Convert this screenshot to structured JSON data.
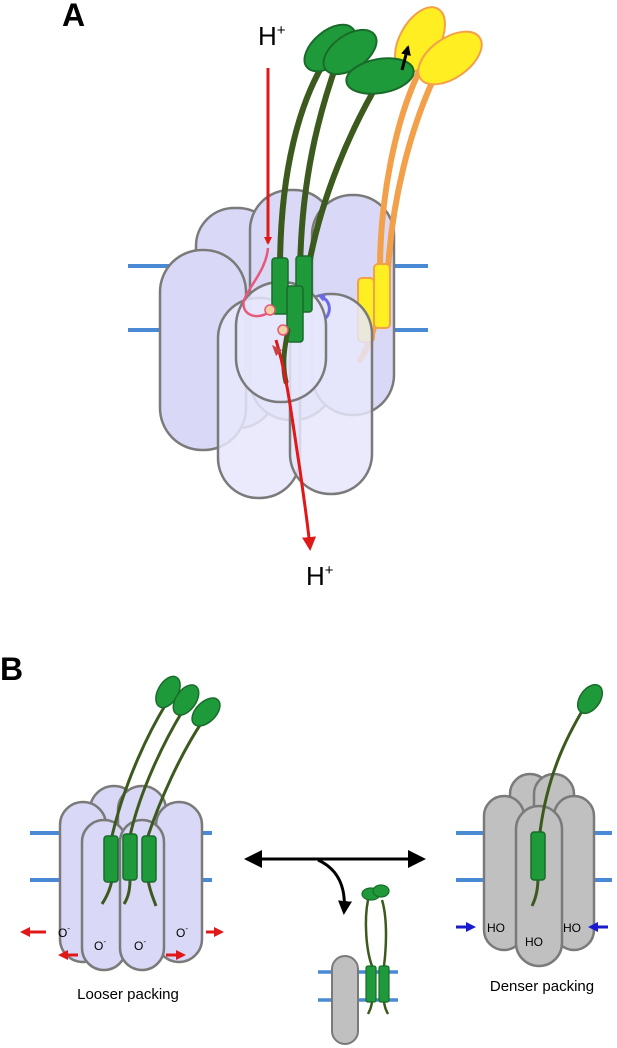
{
  "panels": {
    "a": {
      "letter": "A",
      "proton_in": {
        "base": "H",
        "sup": "+"
      },
      "proton_out": {
        "base": "H",
        "sup": "+"
      }
    },
    "b": {
      "letter": "B",
      "looser_caption": "Looser packing",
      "denser_caption": "Denser packing",
      "deprotonated_label": {
        "base": "O",
        "sup": "-"
      },
      "protonated_label": "HO"
    }
  },
  "colors": {
    "channel_subunit": "#d9d9f7",
    "channel_outline": "#7a7a7a",
    "closed_subunit": "#c0c0c0",
    "tmd_green": "#1e9a3a",
    "linker_green": "#3d5a1e",
    "tmd_yellow": "#ffee22",
    "linker_orange": "#f3a04b",
    "membrane_blue": "#4a8ad4",
    "proton_arrow_red": "#e01818",
    "compress_arrow_blue": "#1a1ad0",
    "rotation_arrow_purple": "#6a6ae8"
  },
  "icons": [
    "proton-path-arrow",
    "rotation-arrow",
    "equilibrium-arrow",
    "curved-transition-arrow",
    "outward-force-arrow",
    "inward-force-arrow"
  ]
}
